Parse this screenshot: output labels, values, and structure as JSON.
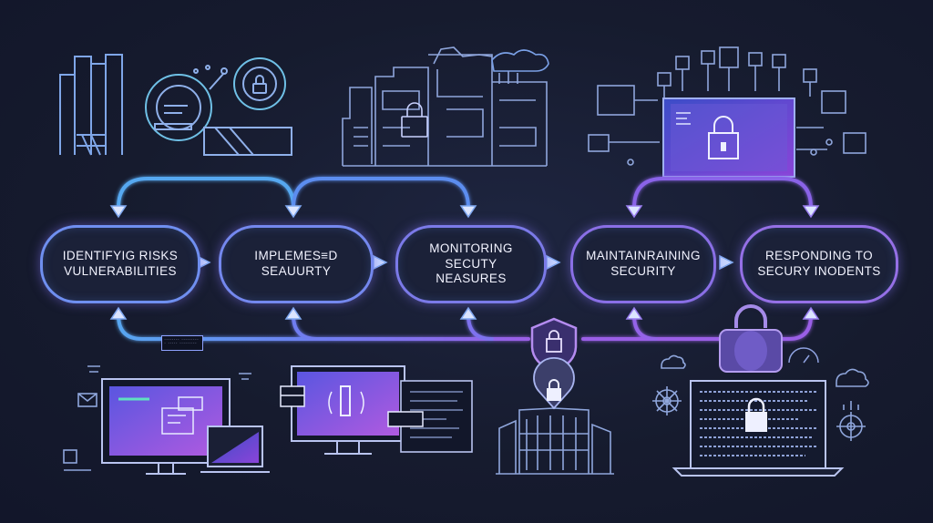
{
  "stages": [
    {
      "label": "IDENTIFYIG RISKS\nVULNERABILITIES"
    },
    {
      "label": "IMPLEMES≡D\nSEAUURTY"
    },
    {
      "label": "MONITORING\nSECUTY NEASURES"
    },
    {
      "label": "MAINTAINRAINING\nSECURITY"
    },
    {
      "label": "RESPONDING TO\nSECURY INODENTS"
    }
  ],
  "small_tag": {
    "text": "-------- ---------- -----  ---------"
  },
  "colors": {
    "background": "#161b2e",
    "blue_line": "#5b8def",
    "purple_line": "#9a62ea",
    "glow": "#7c6ee6",
    "text": "#f2f3ff"
  },
  "icons": [
    "building-icon",
    "padlock-icon",
    "server-icon",
    "network-icon",
    "laptop-icon",
    "shield-icon",
    "cloud-icon",
    "gear-icon",
    "monitor-icon",
    "chat-icon",
    "printer-icon"
  ]
}
